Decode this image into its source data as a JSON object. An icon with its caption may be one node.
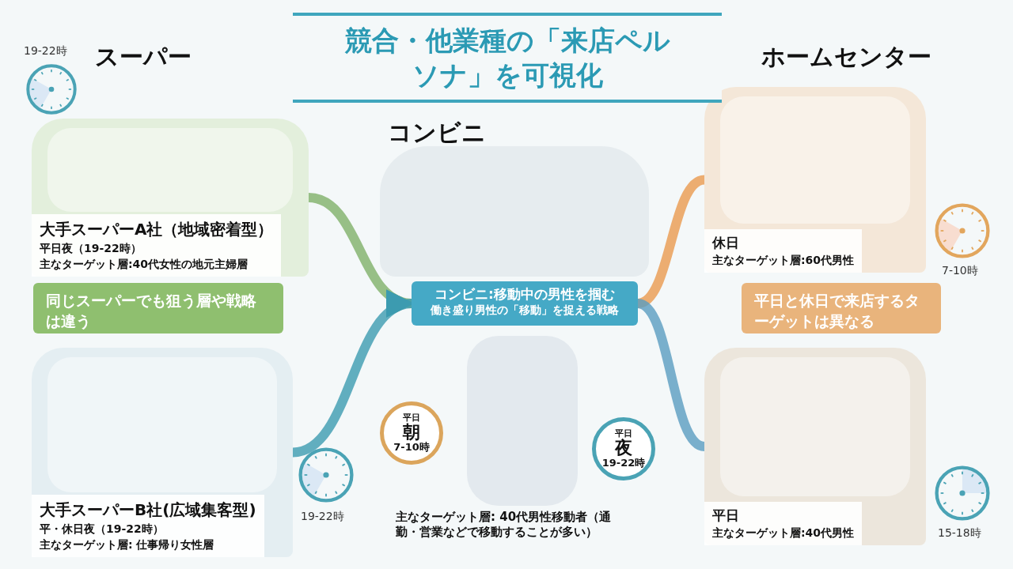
{
  "diagram": {
    "title": "競合・他業種の「来店ペルソナ」を可視化",
    "nodes": [
      {
        "text": [
          "大手スーパーA社（地域密着型）",
          "平日夜（19-22時）",
          "主なターゲット層:40代女性の地元主婦層"
        ]
      },
      {
        "text": [],
        "shape": "circle",
        "beside": [
          "19-22時"
        ]
      },
      {
        "text": [
          "同じスーパーでも狙う層や戦略は違う"
        ]
      },
      {
        "text": [
          "大手スーパーB社(広域集客型)",
          "平・休日夜（19-22時）",
          "主なターゲット層: 仕事帰り女性層"
        ]
      },
      {
        "text": [],
        "shape": "circle",
        "beside": [
          "19-22時"
        ]
      },
      {
        "text": [
          "コンビニ:移動中の男性を掴む",
          "働き盛り男性の「移動」を捉える戦略"
        ]
      },
      {
        "text": [
          "平日",
          "朝",
          "7-10時"
        ]
      },
      {
        "text": [
          "平日",
          "夜",
          "19-22時"
        ]
      },
      {
        "text": [
          "休日",
          "主なターゲット層:60代男性"
        ]
      },
      {
        "text": [],
        "shape": "circle",
        "beside": [
          "7-10時"
        ]
      },
      {
        "text": [
          "平日と休日で来店するターゲットは異なる"
        ]
      },
      {
        "text": [
          "平日",
          "主なターゲット層:40代男性"
        ]
      },
      {
        "text": [],
        "shape": "circle",
        "beside": [
          "15-18時"
        ]
      }
    ],
    "edges": [
      {
        "from": 0,
        "to": 5,
        "arrow": "to",
        "color": "#7fb069"
      },
      {
        "from": 3,
        "to": 5,
        "arrow": "to",
        "color": "#3c9bb0"
      },
      {
        "from": 5,
        "to": 8,
        "arrow": "none",
        "color": "#ea9a4f"
      },
      {
        "from": 5,
        "to": 11,
        "arrow": "none",
        "color": "#5a9cc0"
      }
    ],
    "labels": [
      "スーパー",
      "コンビニ",
      "ホームセンター",
      "主なターゲット層: 40代男性移動者（通勤・営業などで移動することが多い）"
    ]
  }
}
